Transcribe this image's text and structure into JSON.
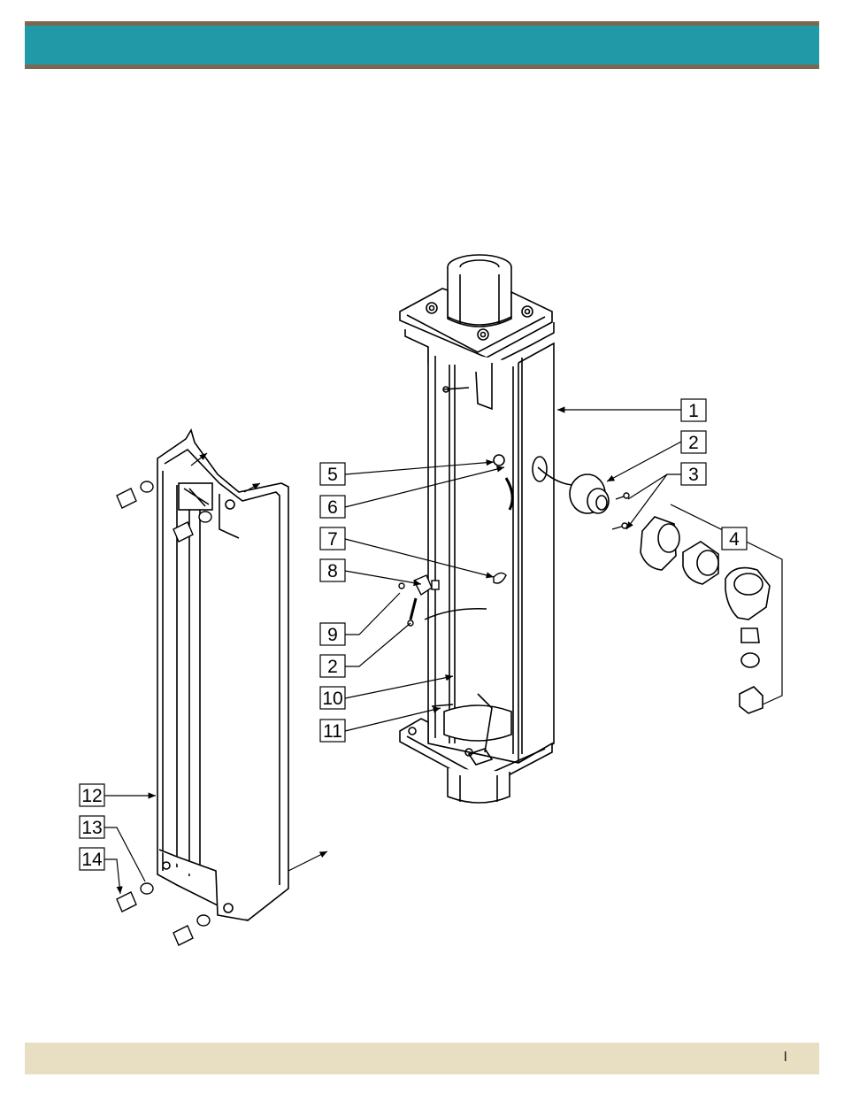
{
  "footer": {
    "mark": "I"
  },
  "callouts": [
    {
      "id": "c1",
      "label": "1"
    },
    {
      "id": "c2a",
      "label": "2"
    },
    {
      "id": "c3",
      "label": "3"
    },
    {
      "id": "c4",
      "label": "4"
    },
    {
      "id": "c5",
      "label": "5"
    },
    {
      "id": "c6",
      "label": "6"
    },
    {
      "id": "c7",
      "label": "7"
    },
    {
      "id": "c8",
      "label": "8"
    },
    {
      "id": "c9",
      "label": "9"
    },
    {
      "id": "c2b",
      "label": "2"
    },
    {
      "id": "c10",
      "label": "10"
    },
    {
      "id": "c11",
      "label": "11"
    },
    {
      "id": "c12",
      "label": "12"
    },
    {
      "id": "c13",
      "label": "13"
    },
    {
      "id": "c14",
      "label": "14"
    }
  ]
}
